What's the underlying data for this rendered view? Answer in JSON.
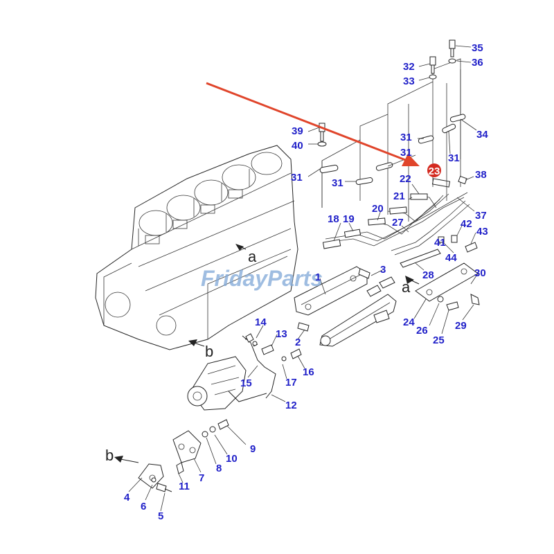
{
  "watermark": "FridayParts",
  "highlight": {
    "label": "23",
    "color": "#d42a20"
  },
  "arrow_color": "#e0452b",
  "label_color": "#1f1fc8",
  "view_refs": {
    "a": "a",
    "b": "b"
  },
  "callouts": [
    "35",
    "36",
    "32",
    "33",
    "34",
    "39",
    "40",
    "31",
    "31",
    "31",
    "31",
    "31",
    "38",
    "22",
    "21",
    "37",
    "20",
    "18",
    "19",
    "27",
    "42",
    "43",
    "41",
    "44",
    "3",
    "1",
    "28",
    "30",
    "24",
    "26",
    "25",
    "29",
    "14",
    "13",
    "2",
    "16",
    "15",
    "17",
    "12",
    "9",
    "10",
    "8",
    "7",
    "11",
    "4",
    "6",
    "5"
  ]
}
